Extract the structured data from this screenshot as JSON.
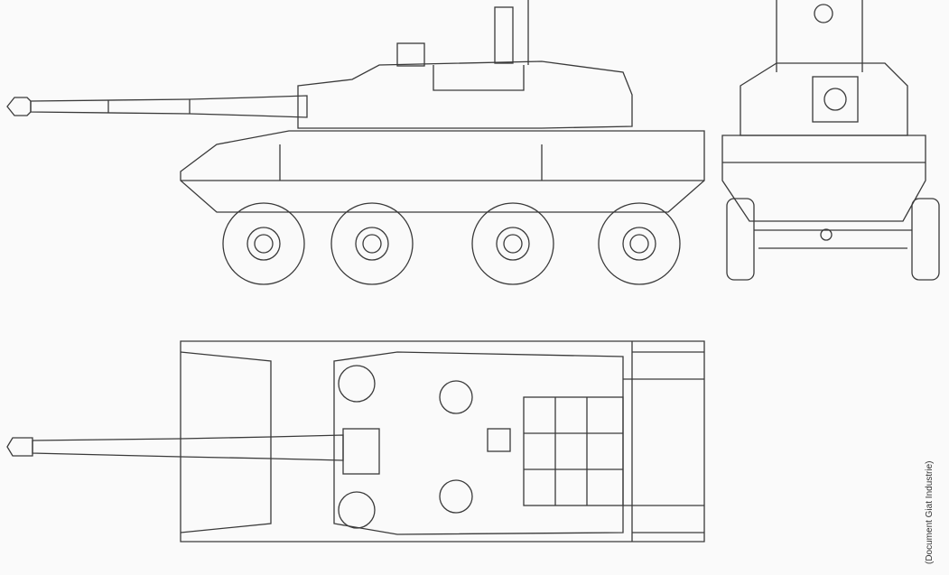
{
  "caption": "(Document Giat Industrie)",
  "views": [
    "side-view",
    "front-view",
    "top-view"
  ]
}
